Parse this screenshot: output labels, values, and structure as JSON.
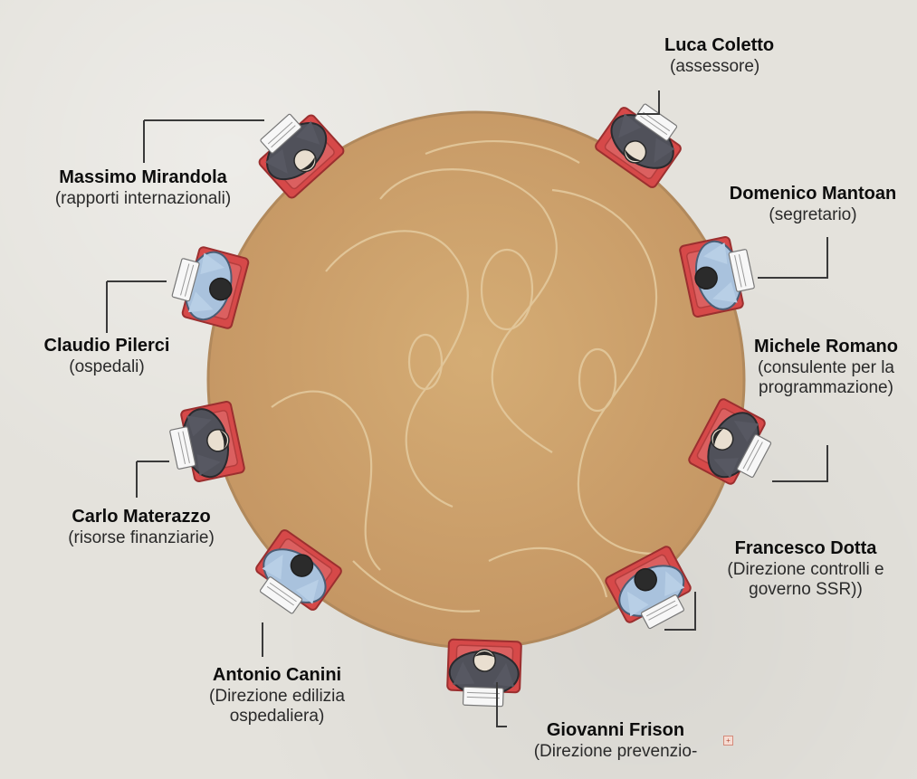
{
  "people": [
    {
      "name": "Luca Coletto",
      "role": [
        "(assessore)"
      ]
    },
    {
      "name": "Domenico Mantoan",
      "role": [
        "(segretario)"
      ]
    },
    {
      "name": "Michele Romano",
      "role": [
        "(consulente per la",
        "programmazione)"
      ]
    },
    {
      "name": "Francesco Dotta",
      "role": [
        "(Direzione controlli e",
        "governo SSR))"
      ]
    },
    {
      "name": "Giovanni Frison",
      "role": [
        "(Direzione prevenzio-"
      ]
    },
    {
      "name": "Antonio Canini",
      "role": [
        "(Direzione edilizia",
        "ospedaliera)"
      ]
    },
    {
      "name": "Carlo Materazzo",
      "role": [
        "(risorse finanziarie)"
      ]
    },
    {
      "name": "Claudio Pilerci",
      "role": [
        "(ospedali)"
      ]
    },
    {
      "name": "Massimo Mirandola",
      "role": [
        "(rapporti internazionali)"
      ]
    }
  ],
  "colors": {
    "table": "#c9a06a",
    "table_grain": "#e2c79b",
    "chair": "#c94a4a",
    "suit_dark": "#4f5058",
    "suit_light": "#a8c3de",
    "paper": "#f3f3f3",
    "connector": "#3a3a3a"
  }
}
